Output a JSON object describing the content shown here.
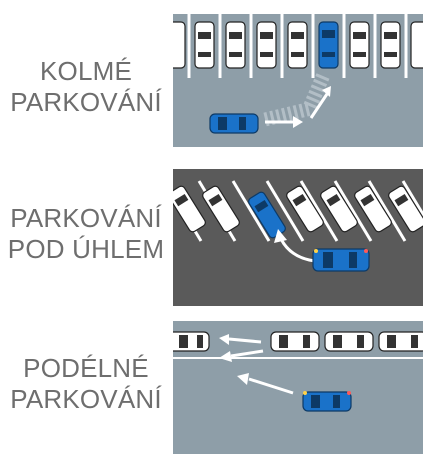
{
  "sections": [
    {
      "lines": [
        "KOLMÉ",
        "PARKOVÁNÍ"
      ],
      "panel_icon": "perpendicular-parking-illustration"
    },
    {
      "lines": [
        "PARKOVÁNÍ",
        "POD ÚHLEM"
      ],
      "panel_icon": "angled-parking-illustration"
    },
    {
      "lines": [
        "PODÉLNÉ",
        "PARKOVÁNÍ"
      ],
      "panel_icon": "parallel-parking-illustration"
    }
  ],
  "colors": {
    "road_light": "#8e9ea8",
    "road_dark": "#5a5a5a",
    "car_white": "#ffffff",
    "car_blue": "#1a72c9",
    "text": "#6e6e6e"
  }
}
